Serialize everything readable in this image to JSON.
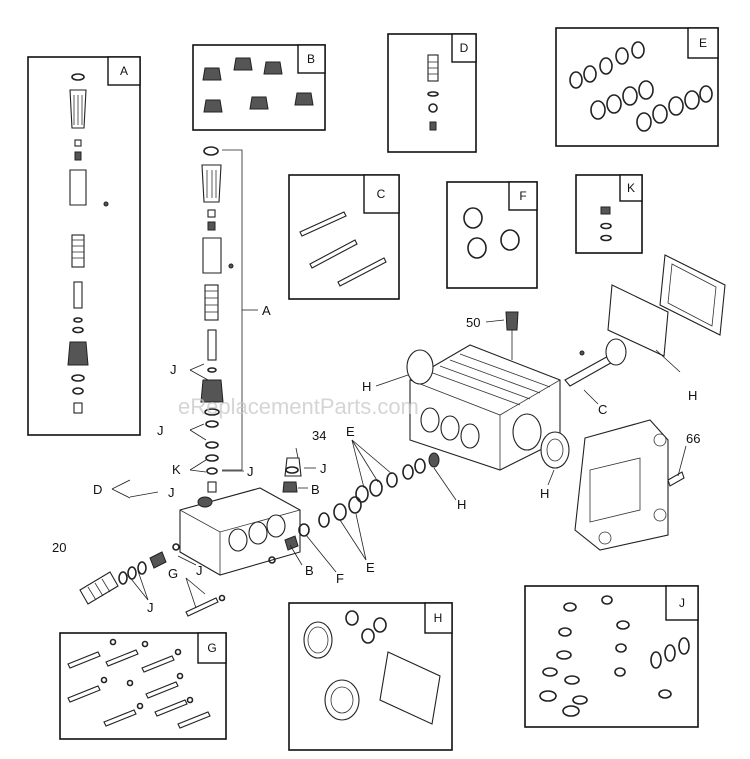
{
  "watermark": "eReplacementParts.com",
  "kits": [
    {
      "id": "A"
    },
    {
      "id": "B"
    },
    {
      "id": "C"
    },
    {
      "id": "D"
    },
    {
      "id": "E"
    },
    {
      "id": "F"
    },
    {
      "id": "G"
    },
    {
      "id": "H"
    },
    {
      "id": "J"
    },
    {
      "id": "K"
    }
  ],
  "callouts": {
    "a": "A",
    "j1": "J",
    "j2": "J",
    "j3": "J",
    "j4": "J",
    "j5": "J",
    "j6": "J",
    "j7": "J",
    "k": "K",
    "d": "D",
    "b1": "B",
    "b2": "B",
    "n34": "34",
    "e1": "E",
    "e2": "E",
    "f": "F",
    "g": "G",
    "n20": "20",
    "h1": "H",
    "h2": "H",
    "h3": "H",
    "h4": "H",
    "n50": "50",
    "c": "C",
    "n66": "66"
  }
}
